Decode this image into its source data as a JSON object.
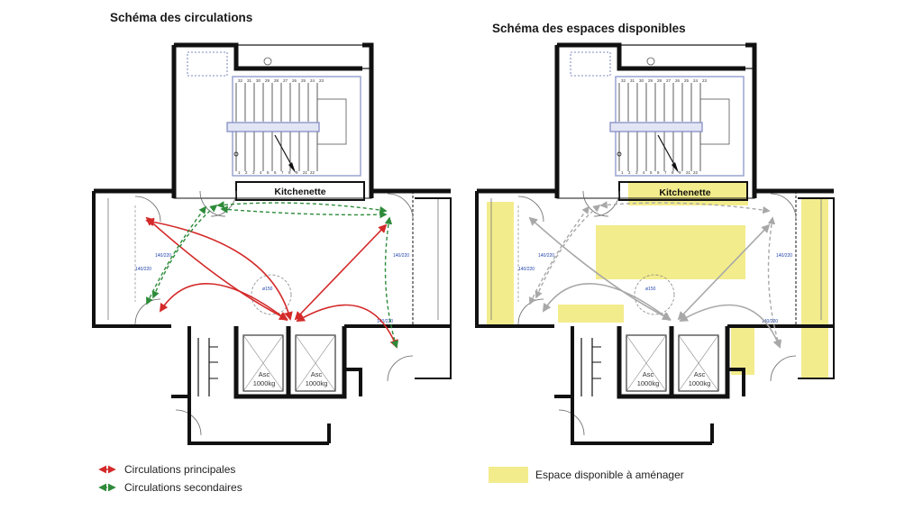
{
  "titles": {
    "left": "Schéma des circulations",
    "right": "Schéma des espaces disponibles"
  },
  "room_labels": {
    "kitchenette": "Kitchenette",
    "elevator_line1": "Asc",
    "elevator_line2": "1000kg",
    "door_size": "140/220",
    "turn_circle": "ø150"
  },
  "stair_numbers_top": [
    "32",
    "31",
    "30",
    "29",
    "28",
    "27",
    "26",
    "25",
    "24",
    "23"
  ],
  "stair_numbers_bottom": [
    "1",
    "2",
    "3",
    "4",
    "5",
    "6",
    "7",
    "8",
    "9",
    "21",
    "22"
  ],
  "legend": {
    "primary": "Circulations principales",
    "secondary": "Circulations secondaires",
    "available": "Espace disponible à aménager"
  },
  "colors": {
    "primary_arrow": "#d42a2a",
    "secondary_arrow": "#2e8b3a",
    "gray_arrow": "#a8a8a8",
    "available_space": "#f3ec8c",
    "wall": "#111111",
    "stair_band": "#9aa3d0"
  }
}
